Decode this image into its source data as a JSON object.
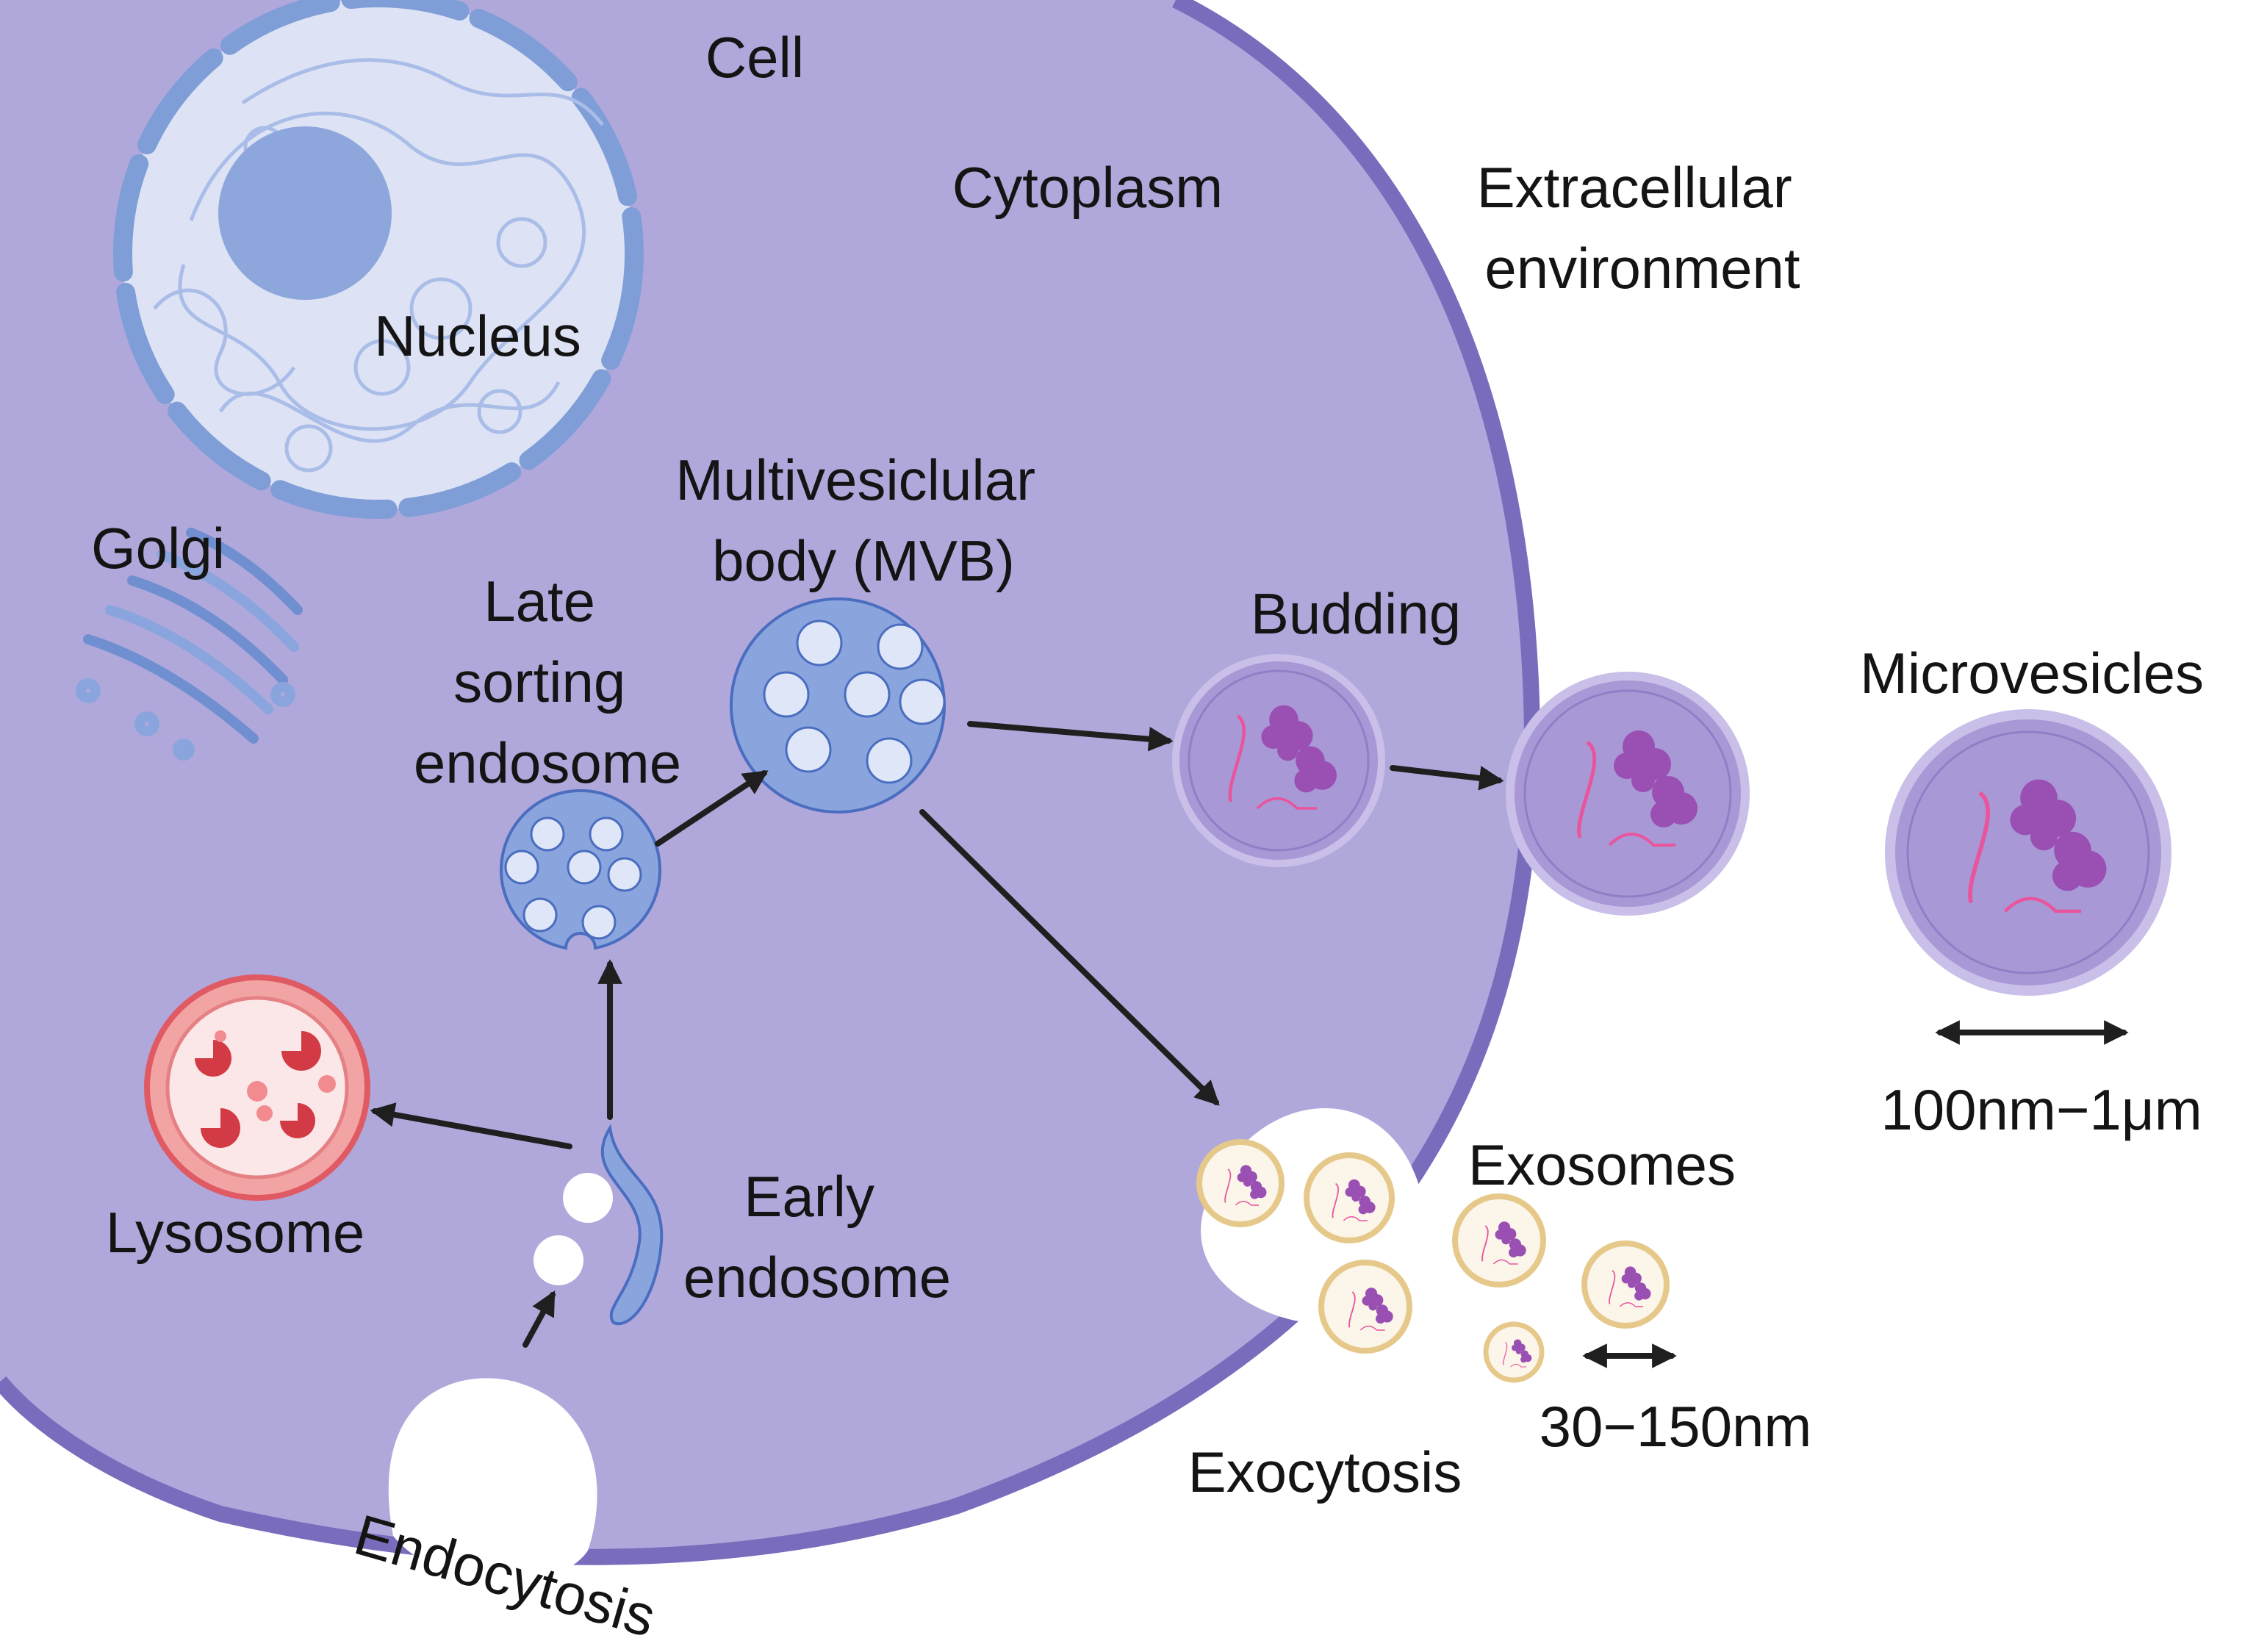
{
  "labels": {
    "cell": "Cell",
    "cytoplasm": "Cytoplasm",
    "extracellular_line1": "Extracellular",
    "extracellular_line2": "environment",
    "nucleus": "Nucleus",
    "golgi": "Golgi",
    "mvb_line1": "Multivesiclular",
    "mvb_line2": "body (MVB)",
    "late_line1": "Late",
    "late_line2": "sorting",
    "late_line3": "endosome",
    "budding": "Budding",
    "microvesicles": "Microvesicles",
    "microvesicle_size": "100nm−1μm",
    "exosomes": "Exosomes",
    "exosome_size": "30−150nm",
    "exocytosis": "Exocytosis",
    "lysosome": "Lysosome",
    "early_line1": "Early",
    "early_line2": "endosome",
    "endocytosis": "Endocytosis"
  },
  "colors": {
    "cytoplasm": "#b0a8db",
    "membrane": "#7a6cbd",
    "nucleus_fill": "#dde3f4",
    "nucleus_envelope": "#7f9ed8",
    "nucleolus": "#8da6db",
    "organelle_blue": "#8aa5dd",
    "lysosome_red": "#e05a63",
    "vesicle_purple": "#a898d6",
    "cargo_purple": "#9a4fb3",
    "rna_pink": "#e8559c",
    "exosome_ring": "#e6c98a",
    "arrow": "#1f1f1f"
  }
}
